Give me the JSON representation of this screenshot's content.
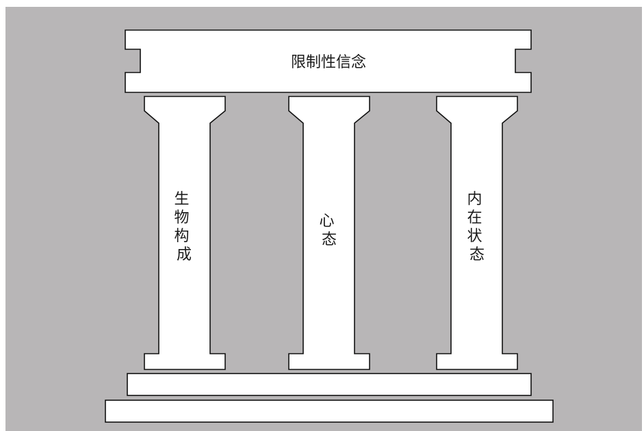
{
  "diagram": {
    "roof_label": "限制性信念",
    "pillars": [
      {
        "label": "生物构成"
      },
      {
        "label": "心态"
      },
      {
        "label": "内在状态"
      }
    ]
  },
  "colors": {
    "background": "#b8b6b7",
    "shape_fill": "#ffffff",
    "outline": "#111111",
    "text": "#1a1a1a"
  }
}
